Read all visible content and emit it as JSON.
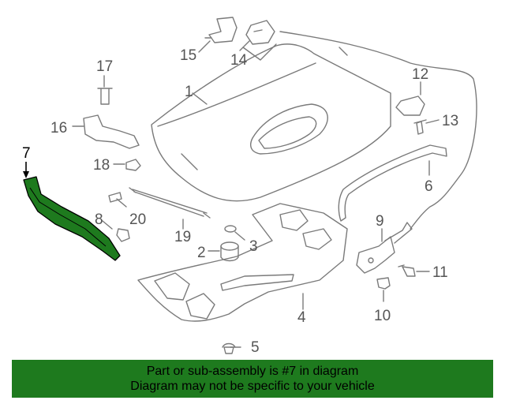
{
  "callouts": [
    "1",
    "2",
    "3",
    "4",
    "5",
    "6",
    "7",
    "8",
    "9",
    "10",
    "11",
    "12",
    "13",
    "14",
    "15",
    "16",
    "17",
    "18",
    "19",
    "20"
  ],
  "highlighted_part": "7",
  "colors": {
    "highlight": "#1e7a1e",
    "line": "#7a7a7a",
    "banner": "#1e7a1e"
  },
  "banner": {
    "line1": "Part or sub-assembly is #7 in diagram",
    "line2": "Diagram may not be specific to your vehicle"
  }
}
